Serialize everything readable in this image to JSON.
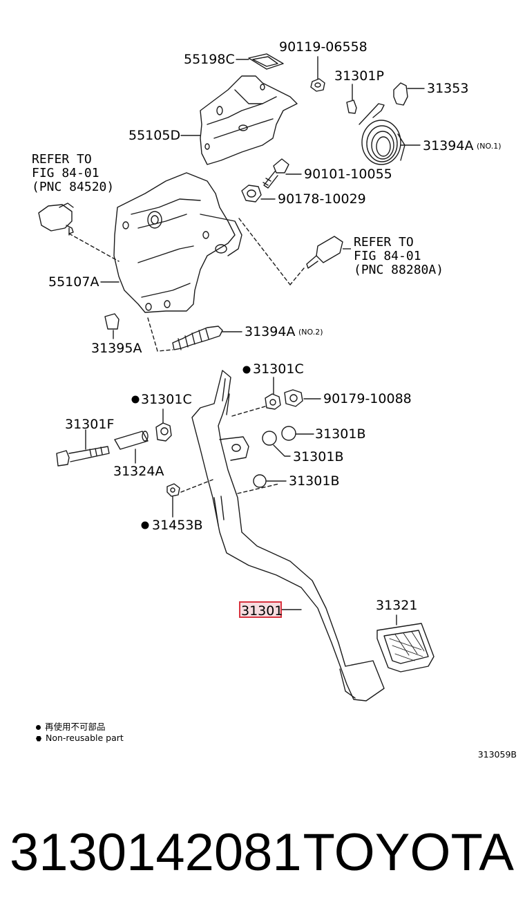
{
  "labels": {
    "p55198c": "55198C",
    "p90119": "90119-06558",
    "p31301p": "31301P",
    "p31353": "31353",
    "p55105d": "55105D",
    "p31394a1": "31394A",
    "p31394a1_note": "(NO.1)",
    "p90101": "90101-10055",
    "p90178": "90178-10029",
    "p55107a": "55107A",
    "p31394a2": "31394A",
    "p31394a2_note": "(NO.2)",
    "p31395a": "31395A",
    "p31301c_a": "31301C",
    "p31301c_b": "31301C",
    "p90179": "90179-10088",
    "p31301f": "31301F",
    "p31301b_a": "31301B",
    "p31301b_b": "31301B",
    "p31301b_c": "31301B",
    "p31324a": "31324A",
    "p31453b": "31453B",
    "p31301": "31301",
    "p31321": "31321"
  },
  "refer_left": {
    "line1": "REFER TO",
    "line2": "FIG 84-01",
    "line3": "(PNC 84520)"
  },
  "refer_right": {
    "line1": "REFER TO",
    "line2": "FIG 84-01",
    "line3": "(PNC 88280A)"
  },
  "legend": {
    "line1": "再使用不可部品",
    "line2": "Non-reusable part"
  },
  "figure_number": "313059B",
  "footer": {
    "part_number": "3130142081",
    "brand": "TOYOTA"
  },
  "colors": {
    "highlight": "#d9333f",
    "highlight_fill": "#f6dcdf",
    "line": "#1a1a1a"
  }
}
